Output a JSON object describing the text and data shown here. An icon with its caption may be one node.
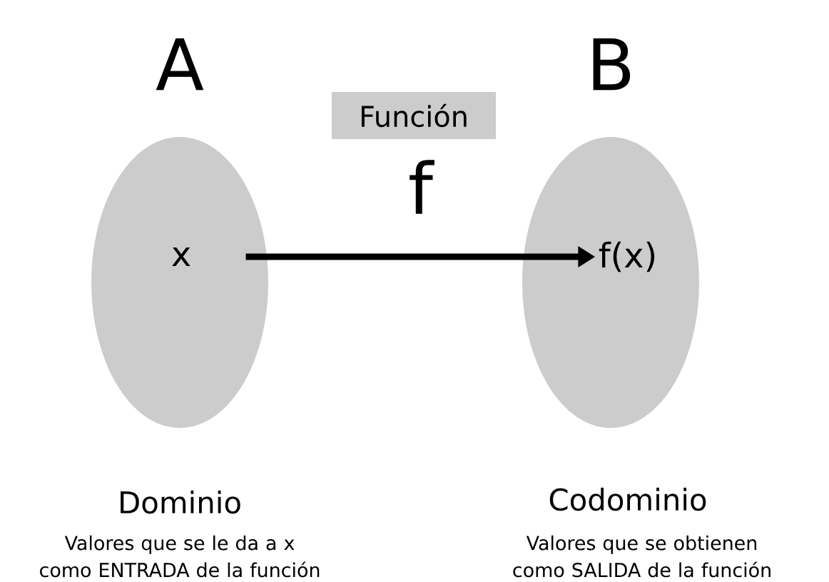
{
  "diagram": {
    "nodes": [
      {
        "text": [
          "A"
        ],
        "beside": [
          "Dominio",
          "Valores que se le da a x como ENTRADA de la función"
        ]
      },
      {
        "text": [
          "x"
        ],
        "in": 0
      },
      {
        "text": [
          "B"
        ],
        "beside": [
          "Codominio",
          "Valores que se obtienen como SALIDA de la función"
        ]
      },
      {
        "text": [
          "f(x)"
        ],
        "in": 2
      },
      {
        "text": [
          "Función"
        ]
      }
    ],
    "edges": [
      {
        "from": 1,
        "to": 3,
        "arrow": "to",
        "label": "f"
      }
    ]
  }
}
